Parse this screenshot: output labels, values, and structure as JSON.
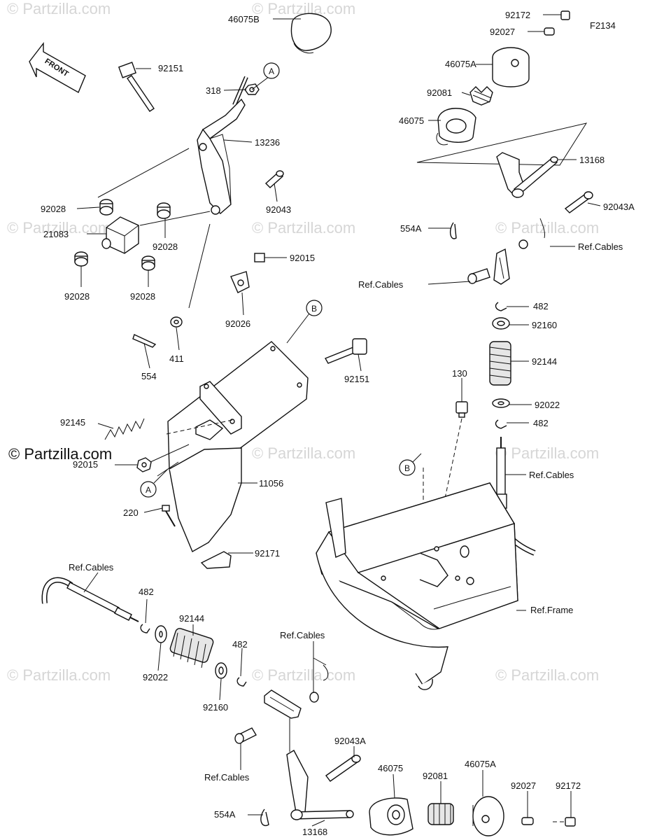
{
  "diagram_code": "F2134",
  "watermark": "© Partzilla.com",
  "front_arrow": "FRONT",
  "callouts": {
    "a": "A",
    "b": "B"
  },
  "labels": {
    "p46075B": "46075B",
    "p92151_top": "92151",
    "p318": "318",
    "p13236": "13236",
    "p92043": "92043",
    "p92028_l": "92028",
    "p21083": "21083",
    "p92028_r": "92028",
    "p92015_top": "92015",
    "p92028_bl": "92028",
    "p92028_bm": "92028",
    "p92026": "92026",
    "p554": "554",
    "p411": "411",
    "p92151_mid": "92151",
    "p92145": "92145",
    "p92015_mid": "92015",
    "p11056": "11056",
    "p220": "220",
    "p92171": "92171",
    "p92172_top": "92172",
    "p92027_top": "92027",
    "p46075A_top": "46075A",
    "p92081_top": "92081",
    "p46075_top": "46075",
    "p13168_top": "13168",
    "p92043A_top": "92043A",
    "p554A_top": "554A",
    "ref_cables_1": "Ref.Cables",
    "ref_cables_2": "Ref.Cables",
    "p482_1": "482",
    "p92160_1": "92160",
    "p92144_1": "92144",
    "p92022_1": "92022",
    "p482_2": "482",
    "p130": "130",
    "ref_cables_3": "Ref.Cables",
    "ref_frame": "Ref.Frame",
    "ref_cables_4": "Ref.Cables",
    "p482_3": "482",
    "p92144_2": "92144",
    "p92022_2": "92022",
    "p482_4": "482",
    "ref_cables_5": "Ref.Cables",
    "p92160_2": "92160",
    "ref_cables_6": "Ref.Cables",
    "p92043A_bot": "92043A",
    "p46075_bot": "46075",
    "p92081_bot": "92081",
    "p46075A_bot": "46075A",
    "p92027_bot": "92027",
    "p92172_bot": "92172",
    "p554A_bot": "554A",
    "p13168_bot": "13168"
  }
}
